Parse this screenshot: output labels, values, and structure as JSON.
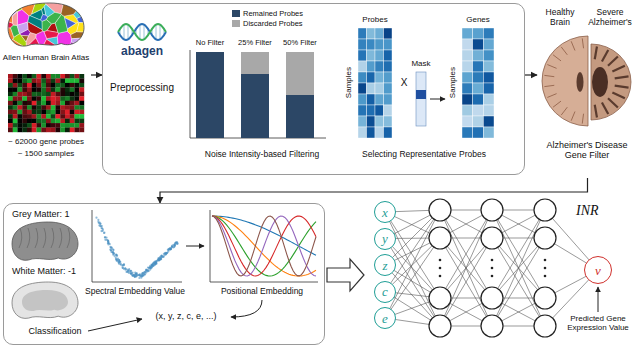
{
  "diagram": {
    "nodes": [
      {
        "text": [
          "Allen Human Brain Atlas",
          "~ 62000 gene probes",
          "~ 1500 samples"
        ]
      },
      {
        "text": [
          "Preprocessing",
          "Noise Intensity-based Filtering",
          "Selecting Representative Probes"
        ]
      },
      {
        "text": [
          "Healthy Brain",
          "Severe Alzheimer's",
          "Alzheimer's Disease Gene Filter"
        ]
      },
      {
        "text": [
          "Grey Matter: 1",
          "White Matter: -1",
          "Classification",
          "Spectral Embedding Value",
          "Positional Embedding",
          "(x, y, z, c, e, ...)"
        ]
      },
      {
        "text": [
          "INR"
        ]
      },
      {
        "text": [
          "x"
        ],
        "in": 4
      },
      {
        "text": [
          "y"
        ],
        "in": 4
      },
      {
        "text": [
          "z"
        ],
        "in": 4
      },
      {
        "text": [
          "c"
        ],
        "in": 4
      },
      {
        "text": [
          "e"
        ],
        "in": 4
      },
      {
        "text": [
          "v"
        ],
        "in": 4
      }
    ],
    "edges": [
      {
        "from": 0,
        "to": 1,
        "arrow": "to"
      },
      {
        "from": 1,
        "to": 2,
        "arrow": "to"
      },
      {
        "from": 2,
        "to": 3,
        "arrow": "to"
      },
      {
        "from": 3,
        "to": 4,
        "arrow": "to"
      }
    ],
    "labels": [
      "abagen",
      "No Filter",
      "25% Filter",
      "50% Filter",
      "Probes",
      "Genes",
      "Samples",
      "Samples",
      "X",
      "Mask",
      "Predicted Gene Expression Value"
    ],
    "legend": [
      {
        "text": "Remained Probes",
        "color": "#2c4766"
      },
      {
        "text": "Discarded Probes",
        "color": "#a8a8a8"
      }
    ]
  }
}
